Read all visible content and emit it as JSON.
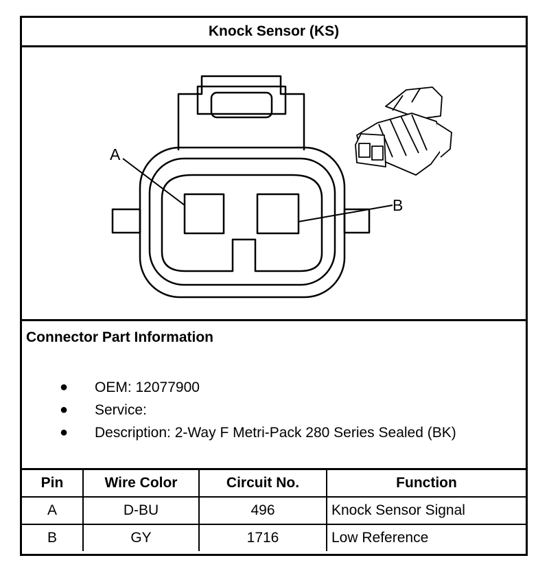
{
  "title": "Knock Sensor (KS)",
  "figure": {
    "pin_labels": [
      "A",
      "B"
    ]
  },
  "connector_info": {
    "heading": "Connector Part Information",
    "bullets": [
      "OEM: 12077900",
      "Service:",
      "Description: 2-Way F Metri-Pack 280 Series Sealed (BK)"
    ],
    "bullet_symbol": "●"
  },
  "pin_table": {
    "headers": [
      "Pin",
      "Wire Color",
      "Circuit No.",
      "Function"
    ],
    "rows": [
      [
        "A",
        "D-BU",
        "496",
        "Knock Sensor Signal"
      ],
      [
        "B",
        "GY",
        "1716",
        "Low Reference"
      ]
    ]
  }
}
